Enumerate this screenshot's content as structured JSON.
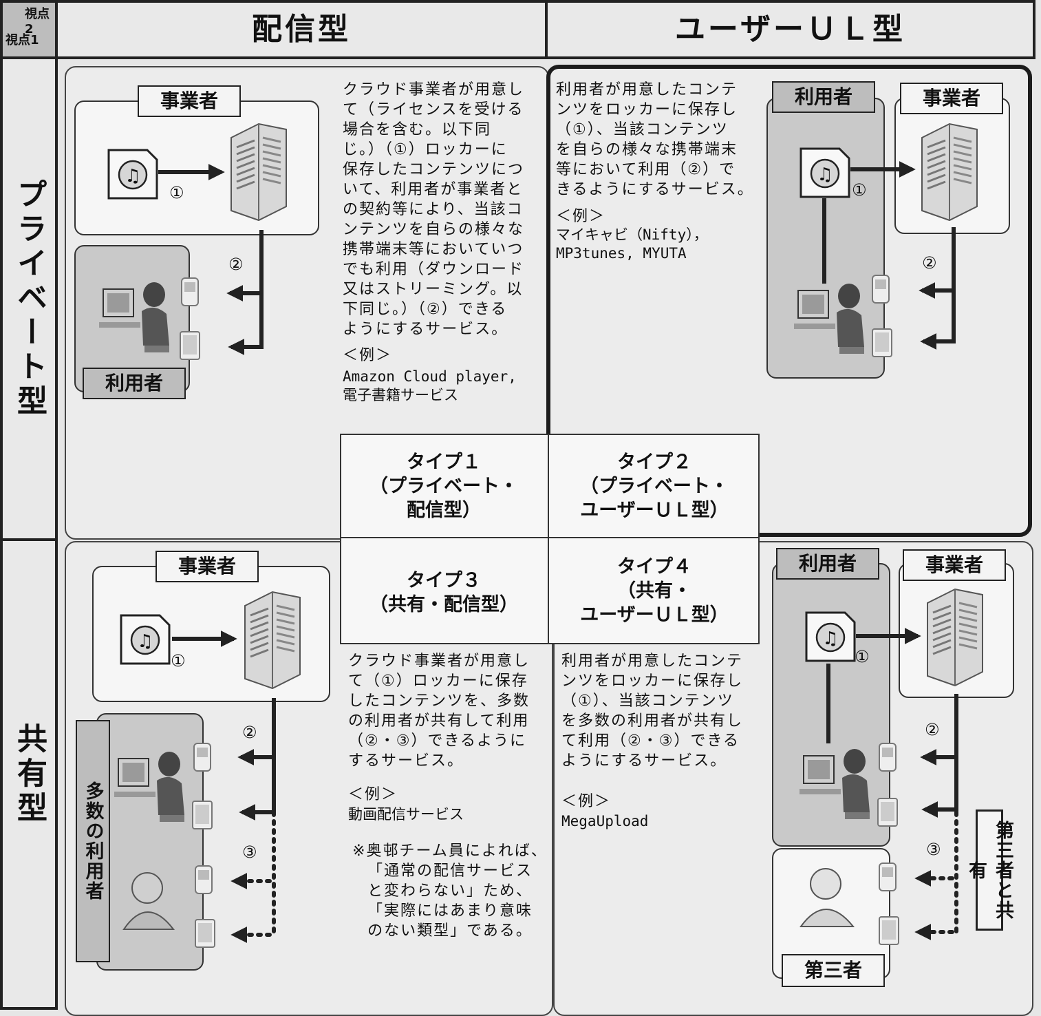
{
  "corner": {
    "label_top": "視点2",
    "label_bottom": "視点1"
  },
  "columns": {
    "left": "配信型",
    "right": "ユーザーＵＬ型"
  },
  "rows": {
    "top": "プライベート型",
    "bottom": "共有型"
  },
  "actors": {
    "provider": "事業者",
    "user": "利用者",
    "many_users": "多数の利用者",
    "third_party": "第三者",
    "share_third": "第三者と共有"
  },
  "markers": {
    "one": "①",
    "two": "②",
    "three": "③"
  },
  "types": {
    "t1": "タイプ１\n（プライベート・\n配信型）",
    "t2": "タイプ２\n（プライベート・\nユーザーＵＬ型）",
    "t3": "タイプ３\n（共有・配信型）",
    "t4": "タイプ４\n（共有・\nユーザーＵＬ型）"
  },
  "q1": {
    "desc": "クラウド事業者が用意し\nて（ライセンスを受ける\n場合を含む。以下同\nじ。）（①）ロッカーに\n保存したコンテンツにつ\nいて、利用者が事業者と\nの契約等により、当該コ\nンテンツを自らの様々な\n携帯端末等においていつ\nでも利用（ダウンロード\n又はストリーミング。以\n下同じ。）（②）できる\nようにするサービス。",
    "ex_label": "＜例＞",
    "ex": "Amazon Cloud player,\n電子書籍サービス"
  },
  "q2": {
    "desc": "利用者が用意したコンテ\nンツをロッカーに保存し\n（①）、当該コンテンツ\nを自らの様々な携帯端末\n等において利用（②）で\nきるようにするサービス。",
    "ex_label": "＜例＞",
    "ex": "マイキャビ（Nifty），\nMP3tunes, MYUTA"
  },
  "q3": {
    "desc": "クラウド事業者が用意し\nて（①）ロッカーに保存\nしたコンテンツを、多数\nの利用者が共有して利用\n（②・③）できるように\nするサービス。",
    "ex_label": "＜例＞",
    "ex": "動画配信サービス",
    "note": "※奥邨チーム員によれば、\n「通常の配信サービス\nと変わらない」ため、\n「実際にはあまり意味\nのない類型」である。"
  },
  "q4": {
    "desc": "利用者が用意したコンテ\nンツをロッカーに保存し\n（①）、当該コンテンツ\nを多数の利用者が共有し\nて利用（②・③）できる\nようにするサービス。",
    "ex_label": "＜例＞",
    "ex": "MegaUpload"
  }
}
